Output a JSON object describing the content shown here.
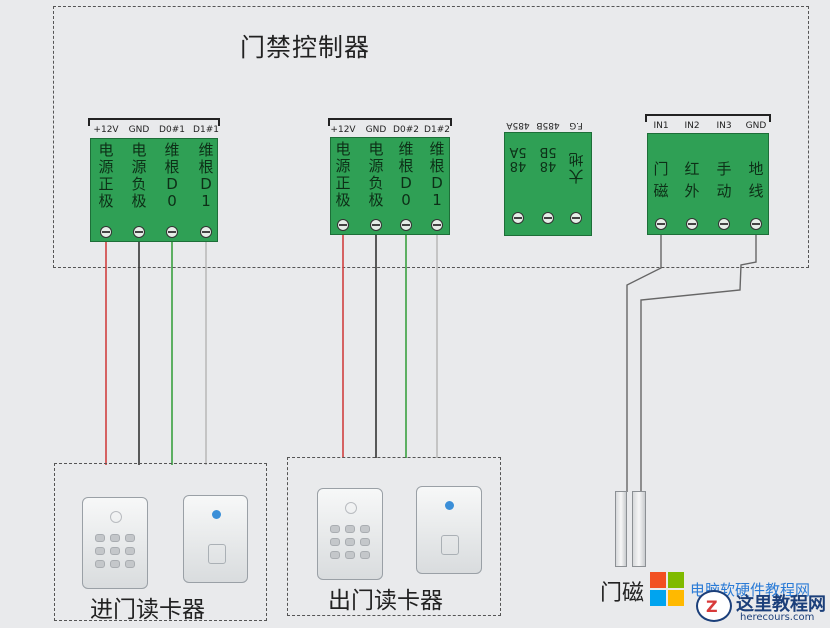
{
  "controller": {
    "title": "门禁控制器"
  },
  "terminal_groups": [
    {
      "terminals": [
        {
          "label": "+12V",
          "text": "电源正极"
        },
        {
          "label": "GND",
          "text": "电源负极"
        },
        {
          "label": "D0#1",
          "text": "维根D0"
        },
        {
          "label": "D1#1",
          "text": "维根D1"
        }
      ]
    },
    {
      "terminals": [
        {
          "label": "+12V",
          "text": "电源正极"
        },
        {
          "label": "GND",
          "text": "电源负极"
        },
        {
          "label": "D0#2",
          "text": "维根D0"
        },
        {
          "label": "D1#2",
          "text": "维根D1"
        }
      ]
    },
    {
      "terminals": [
        {
          "label": "485A",
          "text": "485A"
        },
        {
          "label": "485B",
          "text": "485B"
        },
        {
          "label": "F.G",
          "text": "大地"
        }
      ]
    },
    {
      "terminals": [
        {
          "label": "IN1",
          "text": "门磁"
        },
        {
          "label": "IN2",
          "text": "红外"
        },
        {
          "label": "IN3",
          "text": "手动"
        },
        {
          "label": "GND",
          "text": "地线"
        }
      ]
    }
  ],
  "readers": {
    "entry_label": "进门读卡器",
    "exit_label": "出门读卡器"
  },
  "door_sensor": {
    "label": "门磁"
  },
  "watermark": {
    "site_name": "这里教程网",
    "site_url": "herecours.com",
    "blue_text": "电脑软硬件教程网"
  },
  "colors": {
    "terminal_green": "#2fa055",
    "wire_red": "#d04040",
    "wire_black": "#333333",
    "wire_green": "#3aa040",
    "wire_white": "#bbbbbb"
  }
}
